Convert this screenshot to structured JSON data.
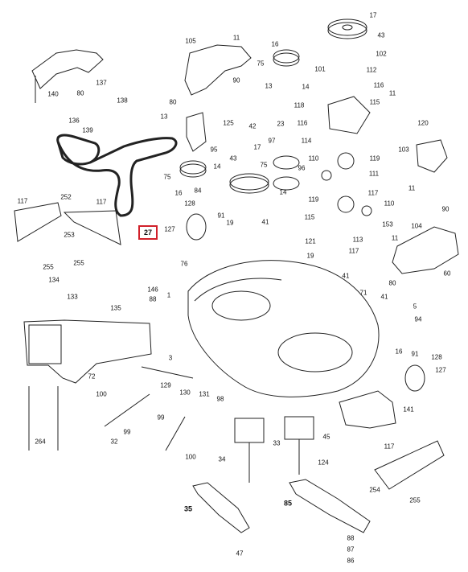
{
  "diagram": {
    "highlight": {
      "label": "27",
      "color": "#d1202a"
    },
    "parts": [
      {
        "id": "17a",
        "label": "17"
      },
      {
        "id": "43a",
        "label": "43"
      },
      {
        "id": "105",
        "label": "105"
      },
      {
        "id": "11a",
        "label": "11"
      },
      {
        "id": "16a",
        "label": "16"
      },
      {
        "id": "102",
        "label": "102"
      },
      {
        "id": "75a",
        "label": "75"
      },
      {
        "id": "101",
        "label": "101"
      },
      {
        "id": "112",
        "label": "112"
      },
      {
        "id": "140",
        "label": "140"
      },
      {
        "id": "90a",
        "label": "90"
      },
      {
        "id": "80a",
        "label": "80"
      },
      {
        "id": "13a",
        "label": "13"
      },
      {
        "id": "14a",
        "label": "14"
      },
      {
        "id": "116a",
        "label": "116"
      },
      {
        "id": "137",
        "label": "137"
      },
      {
        "id": "80b",
        "label": "80"
      },
      {
        "id": "118",
        "label": "118"
      },
      {
        "id": "115a",
        "label": "115"
      },
      {
        "id": "11b",
        "label": "11"
      },
      {
        "id": "138",
        "label": "138"
      },
      {
        "id": "13b",
        "label": "13"
      },
      {
        "id": "125",
        "label": "125"
      },
      {
        "id": "116b",
        "label": "116"
      },
      {
        "id": "120",
        "label": "120"
      },
      {
        "id": "136",
        "label": "136"
      },
      {
        "id": "139",
        "label": "139"
      },
      {
        "id": "42",
        "label": "42"
      },
      {
        "id": "23",
        "label": "23"
      },
      {
        "id": "114",
        "label": "114"
      },
      {
        "id": "103",
        "label": "103"
      },
      {
        "id": "97",
        "label": "97"
      },
      {
        "id": "95",
        "label": "95"
      },
      {
        "id": "17b",
        "label": "17"
      },
      {
        "id": "110a",
        "label": "110"
      },
      {
        "id": "119a",
        "label": "119"
      },
      {
        "id": "14b",
        "label": "14"
      },
      {
        "id": "43b",
        "label": "43"
      },
      {
        "id": "75b",
        "label": "75"
      },
      {
        "id": "96",
        "label": "96"
      },
      {
        "id": "111",
        "label": "111"
      },
      {
        "id": "75c",
        "label": "75"
      },
      {
        "id": "16b",
        "label": "16"
      },
      {
        "id": "84",
        "label": "84"
      },
      {
        "id": "14c",
        "label": "14"
      },
      {
        "id": "11c",
        "label": "11"
      },
      {
        "id": "117a",
        "label": "117"
      },
      {
        "id": "117b",
        "label": "117"
      },
      {
        "id": "252",
        "label": "252"
      },
      {
        "id": "117c",
        "label": "117"
      },
      {
        "id": "119b",
        "label": "119"
      },
      {
        "id": "110b",
        "label": "110"
      },
      {
        "id": "128a",
        "label": "128"
      },
      {
        "id": "91a",
        "label": "91"
      },
      {
        "id": "90b",
        "label": "90"
      },
      {
        "id": "253",
        "label": "253"
      },
      {
        "id": "127a",
        "label": "127"
      },
      {
        "id": "19a",
        "label": "19"
      },
      {
        "id": "41a",
        "label": "41"
      },
      {
        "id": "115b",
        "label": "115"
      },
      {
        "id": "153",
        "label": "153"
      },
      {
        "id": "104",
        "label": "104"
      },
      {
        "id": "113",
        "label": "113"
      },
      {
        "id": "11d",
        "label": "11"
      },
      {
        "id": "121",
        "label": "121"
      },
      {
        "id": "117d",
        "label": "117"
      },
      {
        "id": "19b",
        "label": "19"
      },
      {
        "id": "255a",
        "label": "255"
      },
      {
        "id": "255b",
        "label": "255"
      },
      {
        "id": "76",
        "label": "76"
      },
      {
        "id": "60",
        "label": "60"
      },
      {
        "id": "134",
        "label": "134"
      },
      {
        "id": "41b",
        "label": "41"
      },
      {
        "id": "80c",
        "label": "80"
      },
      {
        "id": "146",
        "label": "146"
      },
      {
        "id": "133",
        "label": "133"
      },
      {
        "id": "1",
        "label": "1"
      },
      {
        "id": "71",
        "label": "71"
      },
      {
        "id": "88",
        "label": "88"
      },
      {
        "id": "41c",
        "label": "41"
      },
      {
        "id": "135",
        "label": "135"
      },
      {
        "id": "5",
        "label": "5"
      },
      {
        "id": "94",
        "label": "94"
      },
      {
        "id": "3",
        "label": "3"
      },
      {
        "id": "16c",
        "label": "16"
      },
      {
        "id": "91b",
        "label": "91"
      },
      {
        "id": "128b",
        "label": "128"
      },
      {
        "id": "72",
        "label": "72"
      },
      {
        "id": "129",
        "label": "129"
      },
      {
        "id": "127b",
        "label": "127"
      },
      {
        "id": "130",
        "label": "130"
      },
      {
        "id": "131",
        "label": "131"
      },
      {
        "id": "100a",
        "label": "100"
      },
      {
        "id": "98",
        "label": "98"
      },
      {
        "id": "141",
        "label": "141"
      },
      {
        "id": "99a",
        "label": "99"
      },
      {
        "id": "99b",
        "label": "99"
      },
      {
        "id": "33",
        "label": "33"
      },
      {
        "id": "45",
        "label": "45"
      },
      {
        "id": "32",
        "label": "32"
      },
      {
        "id": "264a",
        "label": "264"
      },
      {
        "id": "100b",
        "label": "100"
      },
      {
        "id": "34",
        "label": "34"
      },
      {
        "id": "124",
        "label": "124"
      },
      {
        "id": "117e",
        "label": "117"
      },
      {
        "id": "254",
        "label": "254"
      },
      {
        "id": "255c",
        "label": "255"
      },
      {
        "id": "35",
        "label": "35"
      },
      {
        "id": "85",
        "label": "85"
      },
      {
        "id": "88b",
        "label": "88"
      },
      {
        "id": "87",
        "label": "87"
      },
      {
        "id": "86",
        "label": "86"
      },
      {
        "id": "47",
        "label": "47"
      }
    ]
  }
}
